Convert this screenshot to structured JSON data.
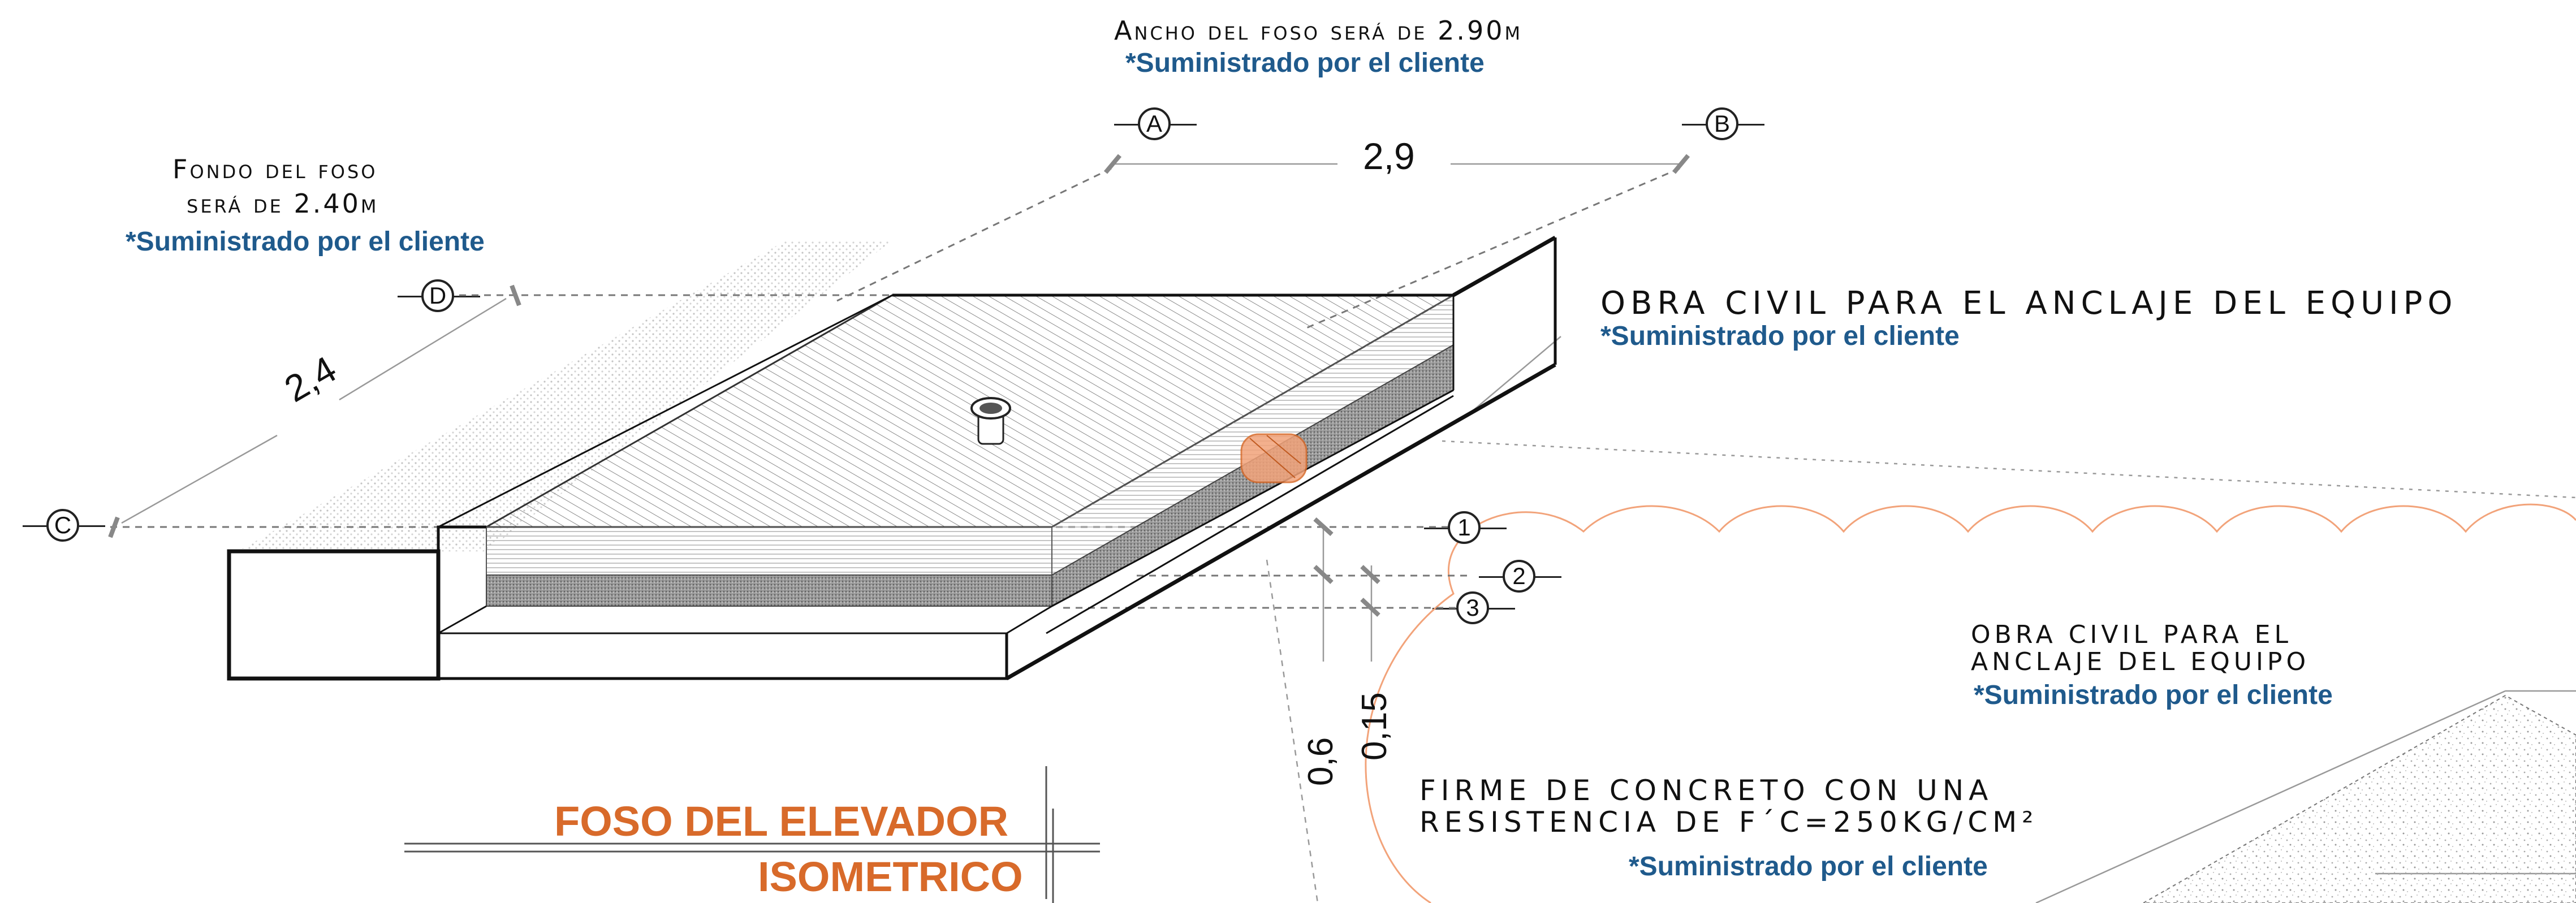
{
  "notes": {
    "ancho_title": "Ancho del foso será de 2.90m",
    "fondo_line1": "Fondo del foso",
    "fondo_line2": "será de 2.40m",
    "obra_civil_main": "OBRA CIVIL PARA EL ANCLAJE DEL EQUIPO",
    "obra_civil_right_line1": "OBRA CIVIL PARA EL",
    "obra_civil_right_line2": "ANCLAJE DEL EQUIPO",
    "firme_line1": "FIRME DE CONCRETO CON UNA",
    "firme_line2": "RESISTENCIA DE F´C=250KG/CM²",
    "supplied": "*Suministrado por el cliente"
  },
  "dimensions": {
    "width": "2,9",
    "depth": "2,4",
    "layer_1": "0,6",
    "layer_2": "0,15"
  },
  "grid_markers": [
    "A",
    "B",
    "C",
    "D",
    "1",
    "2",
    "3"
  ],
  "title_block": {
    "title": "FOSO DEL ELEVADOR",
    "subtitle": "ISOMETRICO"
  },
  "colors": {
    "supplied_text": "#1f5a8c",
    "title_text": "#d86a2a",
    "anchor_highlight": "#f2a37a",
    "linework": "#111111"
  }
}
